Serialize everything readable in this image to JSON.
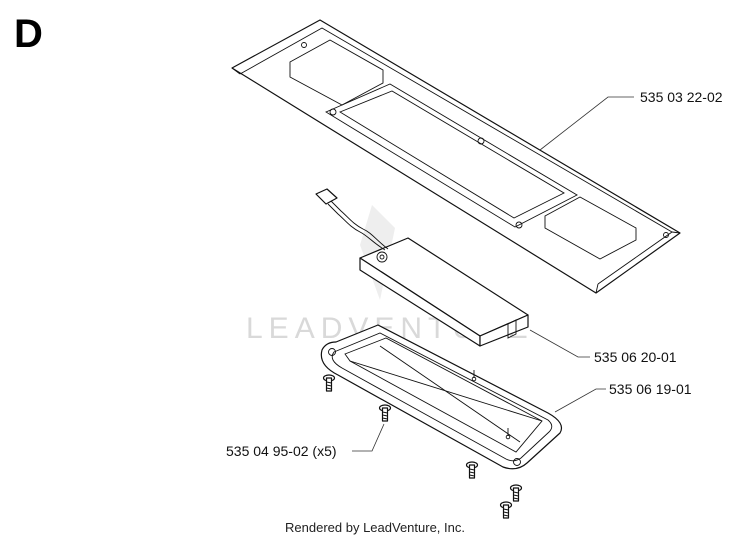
{
  "diagram": {
    "section_letter": "D",
    "watermark": "LEADVENTURE",
    "footer": "Rendered by LeadVenture, Inc.",
    "callouts": [
      {
        "id": "cover",
        "label": "535 03 22-02"
      },
      {
        "id": "battery",
        "label": "535  06 20-01"
      },
      {
        "id": "plate",
        "label": "535 06 19-01"
      },
      {
        "id": "screw",
        "label": "535 04 95-02 (x5)"
      }
    ]
  }
}
